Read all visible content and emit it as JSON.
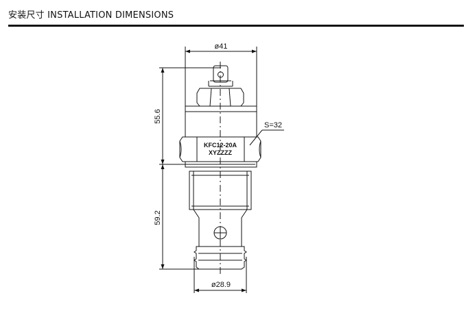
{
  "header": {
    "title": "安装尺寸 INSTALLATION DIMENSIONS"
  },
  "drawing": {
    "top_diameter": "ø41",
    "bottom_diameter": "ø28.9",
    "upper_height": "55.6",
    "lower_height": "59.2",
    "hex_size": "S=32",
    "model_code": "KFC12-20A",
    "serial_code": "XYZZZZ"
  }
}
